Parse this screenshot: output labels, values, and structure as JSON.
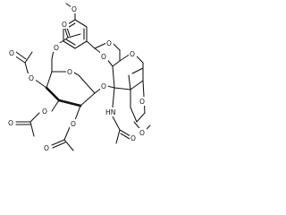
{
  "structure": {
    "atoms": {
      "o_methoxy": "O",
      "o_acetal_a": "O",
      "o_acetal_b": "O",
      "o_ring_right": "O",
      "o_bridge": "O",
      "o_ring_left": "O",
      "o_acetyl_1": "O",
      "o_acetyl_1_carbonyl": "O",
      "o_acetyl_2": "O",
      "o_acetyl_2_carbonyl": "O",
      "o_acetyl_3": "O",
      "o_acetyl_3_carbonyl": "O",
      "o_acetyl_4": "O",
      "o_acetyl_4_carbonyl": "O",
      "nitrogen_hn": "HN",
      "o_acetamide": "O",
      "o_anhydro": "O",
      "o_anhydro_2": "O"
    }
  }
}
